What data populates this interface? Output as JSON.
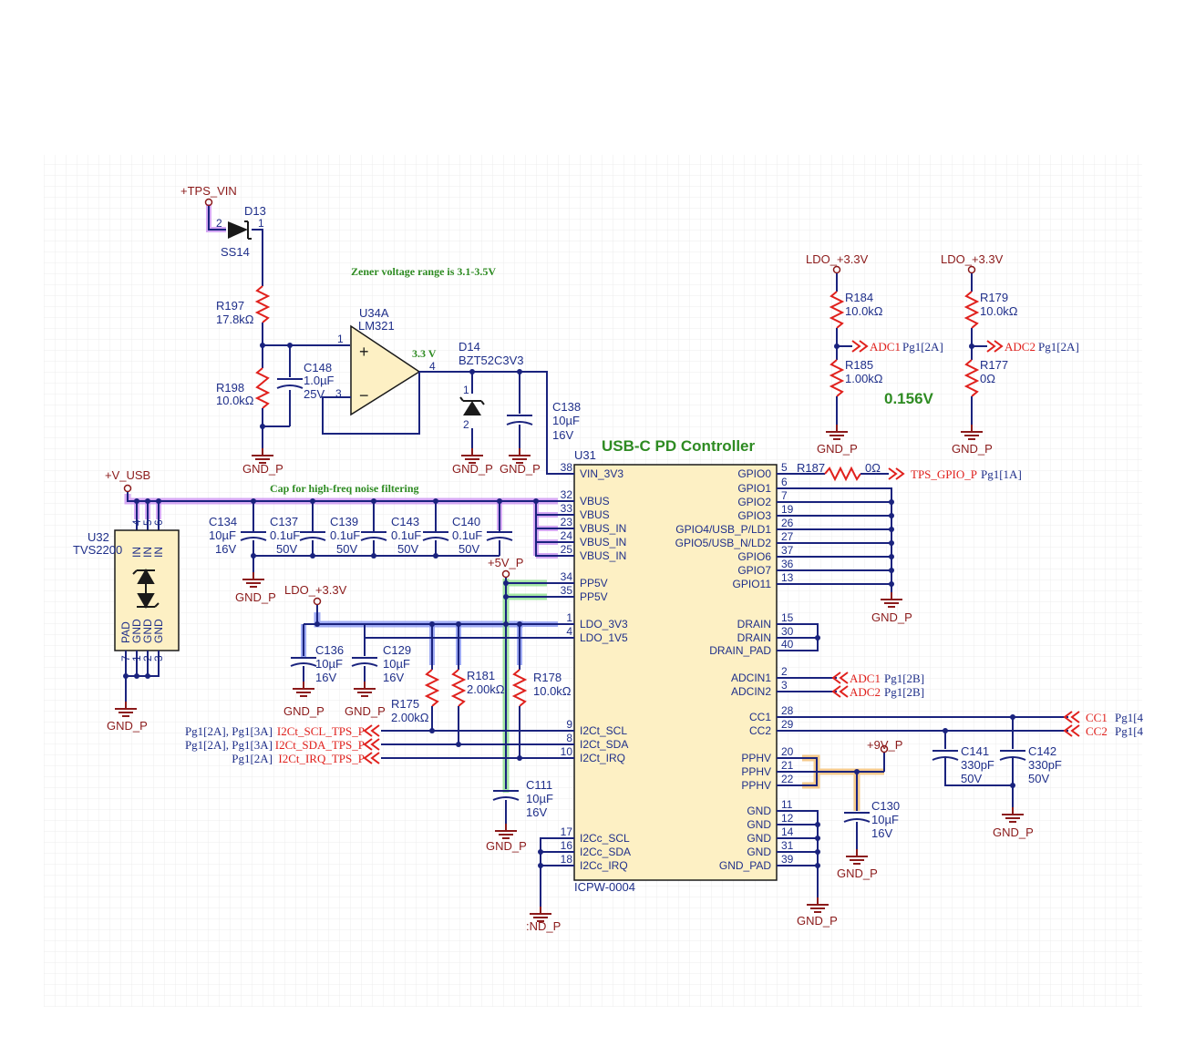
{
  "notes": {
    "zener": "Zener voltage range is 3.1-3.5V",
    "cap": "Cap for high-freq noise filtering",
    "opamp_out": "3.3 V",
    "adc_voltage": "0.156V"
  },
  "u31": {
    "ref": "U31",
    "title": "USB-C PD Controller",
    "part": "ICPW-0004",
    "left_pins": [
      {
        "num": "38",
        "name": "VIN_3V3"
      },
      {
        "num": "32",
        "name": "VBUS"
      },
      {
        "num": "33",
        "name": "VBUS"
      },
      {
        "num": "23",
        "name": "VBUS_IN"
      },
      {
        "num": "24",
        "name": "VBUS_IN"
      },
      {
        "num": "25",
        "name": "VBUS_IN"
      },
      {
        "num": "34",
        "name": "PP5V"
      },
      {
        "num": "35",
        "name": "PP5V"
      },
      {
        "num": "1",
        "name": "LDO_3V3"
      },
      {
        "num": "4",
        "name": "LDO_1V5"
      },
      {
        "num": "9",
        "name": "I2Ct_SCL"
      },
      {
        "num": "8",
        "name": "I2Ct_SDA"
      },
      {
        "num": "10",
        "name": "I2Ct_IRQ"
      },
      {
        "num": "17",
        "name": "I2Cc_SCL"
      },
      {
        "num": "16",
        "name": "I2Cc_SDA"
      },
      {
        "num": "18",
        "name": "I2Cc_IRQ"
      }
    ],
    "right_pins": [
      {
        "num": "5",
        "name": "GPIO0"
      },
      {
        "num": "6",
        "name": "GPIO1"
      },
      {
        "num": "7",
        "name": "GPIO2"
      },
      {
        "num": "19",
        "name": "GPIO3"
      },
      {
        "num": "26",
        "name": "GPIO4/USB_P/LD1"
      },
      {
        "num": "27",
        "name": "GPIO5/USB_N/LD2"
      },
      {
        "num": "37",
        "name": "GPIO6"
      },
      {
        "num": "36",
        "name": "GPIO7"
      },
      {
        "num": "13",
        "name": "GPIO11"
      },
      {
        "num": "15",
        "name": "DRAIN"
      },
      {
        "num": "30",
        "name": "DRAIN"
      },
      {
        "num": "40",
        "name": "DRAIN_PAD"
      },
      {
        "num": "2",
        "name": "ADCIN1"
      },
      {
        "num": "3",
        "name": "ADCIN2"
      },
      {
        "num": "28",
        "name": "CC1"
      },
      {
        "num": "29",
        "name": "CC2"
      },
      {
        "num": "20",
        "name": "PPHV"
      },
      {
        "num": "21",
        "name": "PPHV"
      },
      {
        "num": "22",
        "name": "PPHV"
      },
      {
        "num": "11",
        "name": "GND"
      },
      {
        "num": "12",
        "name": "GND"
      },
      {
        "num": "14",
        "name": "GND"
      },
      {
        "num": "31",
        "name": "GND"
      },
      {
        "num": "39",
        "name": "GND_PAD"
      }
    ]
  },
  "u32": {
    "ref": "U32",
    "part": "TVS2200",
    "top_pins": [
      "4",
      "5",
      "6"
    ],
    "top_names": [
      "IN",
      "IN",
      "IN"
    ],
    "bottom_pins": [
      "7",
      "1",
      "2",
      "3"
    ],
    "bottom_names": [
      "PAD",
      "GND",
      "GND",
      "GND"
    ]
  },
  "u34": {
    "ref": "U34A",
    "part": "LM321",
    "pin_in_p": "1",
    "pin_in_n": "3",
    "pin_out": "4"
  },
  "d13": {
    "ref": "D13",
    "part": "SS14",
    "pin_a": "2",
    "pin_k": "1"
  },
  "d14": {
    "ref": "D14",
    "part": "BZT52C3V3",
    "pin1": "1",
    "pin2": "2"
  },
  "resistors": {
    "r197": {
      "ref": "R197",
      "value": "17.8kΩ"
    },
    "r198": {
      "ref": "R198",
      "value": "10.0kΩ"
    },
    "r184": {
      "ref": "R184",
      "value": "10.0kΩ"
    },
    "r185": {
      "ref": "R185",
      "value": "1.00kΩ"
    },
    "r179": {
      "ref": "R179",
      "value": "10.0kΩ"
    },
    "r177": {
      "ref": "R177",
      "value": "0Ω"
    },
    "r187": {
      "ref": "R187",
      "value": "0Ω"
    },
    "r175": {
      "ref": "R175",
      "value": "2.00kΩ"
    },
    "r181": {
      "ref": "R181",
      "value": "2.00kΩ"
    },
    "r178": {
      "ref": "R178",
      "value": "10.0kΩ"
    }
  },
  "capacitors": {
    "c148": {
      "ref": "C148",
      "value": "1.0µF",
      "voltage": "25V"
    },
    "c138": {
      "ref": "C138",
      "value": "10µF",
      "voltage": "16V"
    },
    "c134": {
      "ref": "C134",
      "value": "10µF",
      "voltage": "16V"
    },
    "c137": {
      "ref": "C137",
      "value": "0.1uF",
      "voltage": "50V"
    },
    "c139": {
      "ref": "C139",
      "value": "0.1uF",
      "voltage": "50V"
    },
    "c143": {
      "ref": "C143",
      "value": "0.1uF",
      "voltage": "50V"
    },
    "c140": {
      "ref": "C140",
      "value": "0.1uF",
      "voltage": "50V"
    },
    "c136": {
      "ref": "C136",
      "value": "10µF",
      "voltage": "16V"
    },
    "c129": {
      "ref": "C129",
      "value": "10µF",
      "voltage": "16V"
    },
    "c111": {
      "ref": "C111",
      "value": "10µF",
      "voltage": "16V"
    },
    "c130": {
      "ref": "C130",
      "value": "10µF",
      "voltage": "16V"
    },
    "c141": {
      "ref": "C141",
      "value": "330pF",
      "voltage": "50V"
    },
    "c142": {
      "ref": "C142",
      "value": "330pF",
      "voltage": "50V"
    }
  },
  "power": {
    "tps_vin": "+TPS_VIN",
    "v_usb": "+V_USB",
    "ldo_3v3": "LDO_+3.3V",
    "v5p": "+5V_P",
    "v9p": "+9V_P",
    "gnd": "GND_P",
    "gnd_partial": ":ND_P"
  },
  "nets": {
    "adc1": "ADC1",
    "adc2": "ADC2",
    "tps_gpio": "TPS_GPIO_P",
    "i2c_scl": "I2Ct_SCL_TPS_P",
    "i2c_sda": "I2Ct_SDA_TPS_P",
    "i2c_irq": "I2Ct_IRQ_TPS_P",
    "cc1": "CC1",
    "cc2": "CC2"
  },
  "page_refs": {
    "adc1_src": "Pg1[2A]",
    "adc2_src": "Pg1[2A]",
    "tps_gpio": "Pg1[1A]",
    "adc1_dst": "Pg1[2B]",
    "adc2_dst": "Pg1[2B]",
    "scl": "Pg1[2A], Pg1[3A]",
    "sda": "Pg1[2A], Pg1[3A]",
    "irq": "Pg1[2A]",
    "cc1": "Pg1[4",
    "cc2": "Pg1[4"
  },
  "colors": {
    "wire": "#1a237e",
    "component": "#e0201c",
    "ic_fill": "#fdf0c4",
    "highlight_vbus": "#c88cf0",
    "highlight_ldo": "#7f8ff0",
    "highlight_pp5v": "#8ee08e",
    "highlight_pphv": "#f5c27a",
    "note": "#2e8b22"
  }
}
